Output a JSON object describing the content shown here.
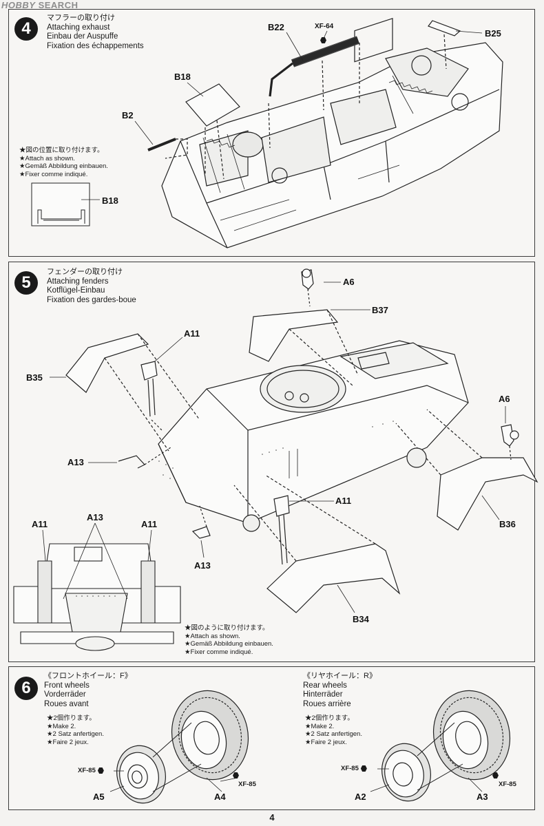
{
  "watermark": {
    "brand": "HOBBY",
    "word": "SEARCH"
  },
  "step4": {
    "number": "4",
    "title_ja": "マフラーの取り付け",
    "title_en": "Attaching exhaust",
    "title_de": "Einbau der Auspuffe",
    "title_fr": "Fixation des échappements",
    "note": [
      "★図の位置に取り付けます。",
      "★Attach as shown.",
      "★Gemäß Abbildung einbauen.",
      "★Fixer comme indiqué."
    ],
    "labels": {
      "b22": "B22",
      "xf64": "XF-64",
      "b25": "B25",
      "b18": "B18",
      "b2": "B2",
      "b18_inset": "B18"
    }
  },
  "step5": {
    "number": "5",
    "title_ja": "フェンダーの取り付け",
    "title_en": "Attaching fenders",
    "title_de": "Kotflügel-Einbau",
    "title_fr": "Fixation des gardes-boue",
    "note": [
      "★図のように取り付けます。",
      "★Attach as shown.",
      "★Gemäß Abbildung einbauen.",
      "★Fixer comme indiqué."
    ],
    "labels": {
      "a6_top": "A6",
      "b37": "B37",
      "a11_top": "A11",
      "b35": "B35",
      "a6_right": "A6",
      "a13_left": "A13",
      "a11_mid": "A11",
      "b36": "B36",
      "a13_bottom": "A13",
      "b34": "B34",
      "inset_a11_left": "A11",
      "inset_a13": "A13",
      "inset_a11_right": "A11"
    }
  },
  "step6": {
    "number": "6",
    "front": {
      "title_ja": "《フロントホイール：F》",
      "title_en": "Front wheels",
      "title_de": "Vorderräder",
      "title_fr": "Roues avant",
      "note": [
        "★2個作ります。",
        "★Make 2.",
        "★2 Satz anfertigen.",
        "★Faire 2 jeux."
      ],
      "paint_left": "XF-85",
      "paint_right": "XF-85",
      "a5": "A5",
      "a4": "A4"
    },
    "rear": {
      "title_ja": "《リヤホイール：R》",
      "title_en": "Rear wheels",
      "title_de": "Hinterräder",
      "title_fr": "Roues arrière",
      "note": [
        "★2個作ります。",
        "★Make 2.",
        "★2 Satz anfertigen.",
        "★Faire 2 jeux."
      ],
      "paint_left": "XF-85",
      "paint_right": "XF-85",
      "a2": "A2",
      "a3": "A3"
    }
  },
  "page_number": "4"
}
